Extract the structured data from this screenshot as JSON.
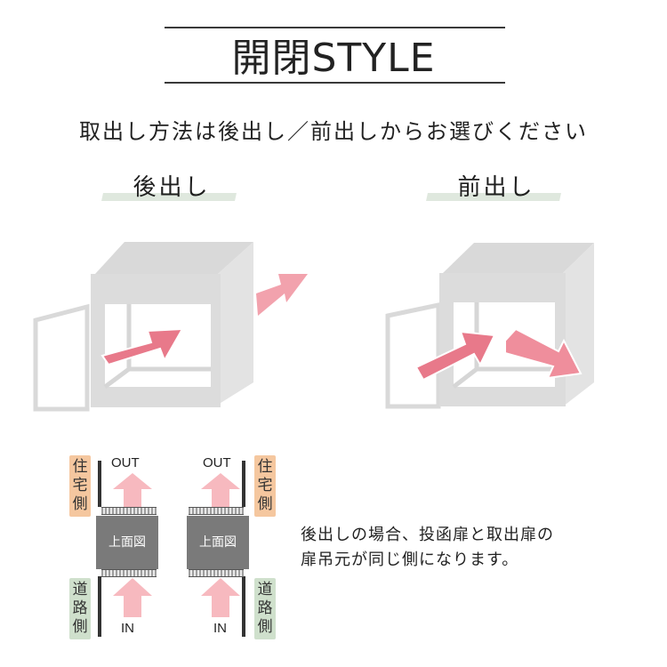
{
  "header": {
    "title": "開閉STYLE",
    "subtitle": "取出し方法は後出し／前出しからお選びください"
  },
  "options": {
    "rear": {
      "label": "後出し"
    },
    "front": {
      "label": "前出し"
    }
  },
  "diagrams": {
    "left": {
      "top_side": "住宅側",
      "bottom_side": "道路側",
      "out": "OUT",
      "in": "IN",
      "center": "上面図"
    },
    "right": {
      "top_side": "住宅側",
      "bottom_side": "道路側",
      "out": "OUT",
      "in": "IN",
      "center": "上面図"
    }
  },
  "description": {
    "line1": "後出しの場合、投函扉と取出扉の",
    "line2": "扉吊元が同じ側になります。"
  },
  "colors": {
    "arrow": "#e8798a",
    "arrow_light": "#f7b9bf",
    "box": "#d9d9d9",
    "underline": "#dfe8de"
  }
}
